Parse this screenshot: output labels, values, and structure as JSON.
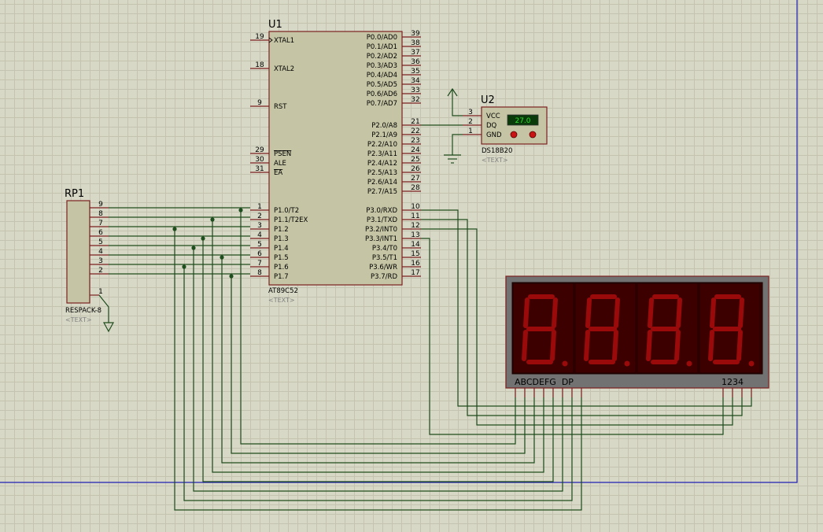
{
  "u1": {
    "ref": "U1",
    "part": "AT89C52",
    "text_placeholder": "<TEXT>",
    "left_pins": [
      {
        "num": "19",
        "label": "XTAL1"
      },
      {
        "num": "18",
        "label": "XTAL2"
      },
      {
        "num": "9",
        "label": "RST"
      },
      {
        "num": "29",
        "label": "PSEN"
      },
      {
        "num": "30",
        "label": "ALE"
      },
      {
        "num": "31",
        "label": "EA"
      },
      {
        "num": "1",
        "label": "P1.0/T2"
      },
      {
        "num": "2",
        "label": "P1.1/T2EX"
      },
      {
        "num": "3",
        "label": "P1.2"
      },
      {
        "num": "4",
        "label": "P1.3"
      },
      {
        "num": "5",
        "label": "P1.4"
      },
      {
        "num": "6",
        "label": "P1.5"
      },
      {
        "num": "7",
        "label": "P1.6"
      },
      {
        "num": "8",
        "label": "P1.7"
      }
    ],
    "right_pins": [
      {
        "num": "39",
        "label": "P0.0/AD0"
      },
      {
        "num": "38",
        "label": "P0.1/AD1"
      },
      {
        "num": "37",
        "label": "P0.2/AD2"
      },
      {
        "num": "36",
        "label": "P0.3/AD3"
      },
      {
        "num": "35",
        "label": "P0.4/AD4"
      },
      {
        "num": "34",
        "label": "P0.5/AD5"
      },
      {
        "num": "33",
        "label": "P0.6/AD6"
      },
      {
        "num": "32",
        "label": "P0.7/AD7"
      },
      {
        "num": "21",
        "label": "P2.0/A8"
      },
      {
        "num": "22",
        "label": "P2.1/A9"
      },
      {
        "num": "23",
        "label": "P2.2/A10"
      },
      {
        "num": "24",
        "label": "P2.3/A11"
      },
      {
        "num": "25",
        "label": "P2.4/A12"
      },
      {
        "num": "26",
        "label": "P2.5/A13"
      },
      {
        "num": "27",
        "label": "P2.6/A14"
      },
      {
        "num": "28",
        "label": "P2.7/A15"
      },
      {
        "num": "10",
        "label": "P3.0/RXD"
      },
      {
        "num": "11",
        "label": "P3.1/TXD"
      },
      {
        "num": "12",
        "label": "P3.2/INT0"
      },
      {
        "num": "13",
        "label": "P3.3/INT1"
      },
      {
        "num": "14",
        "label": "P3.4/T0"
      },
      {
        "num": "15",
        "label": "P3.5/T1"
      },
      {
        "num": "16",
        "label": "P3.6/WR"
      },
      {
        "num": "17",
        "label": "P3.7/RD"
      }
    ]
  },
  "u2": {
    "ref": "U2",
    "part": "DS18B20",
    "text_placeholder": "<TEXT>",
    "temperature": "27.0",
    "pins": [
      {
        "num": "3",
        "label": "VCC"
      },
      {
        "num": "2",
        "label": "DQ"
      },
      {
        "num": "1",
        "label": "GND"
      }
    ]
  },
  "rp1": {
    "ref": "RP1",
    "part": "RESPACK-8",
    "text_placeholder": "<TEXT>",
    "pins": [
      "9",
      "8",
      "7",
      "6",
      "5",
      "4",
      "3",
      "2"
    ],
    "common_pin": "1"
  },
  "display": {
    "segment_label": "ABCDEFG  DP",
    "digit_label": "1234",
    "digits": 4
  },
  "colors": {
    "wire": "#1e4d1e",
    "component_fill": "#c5c5a5",
    "component_border": "#7a2020",
    "display_bezel": "#727272",
    "display_face": "#3a0000",
    "segment_off": "#9a0a0a",
    "sensor_lcd": "#0a3a0a",
    "sensor_lcd_text": "#30e030",
    "sheet_border": "#1e1eb4"
  }
}
